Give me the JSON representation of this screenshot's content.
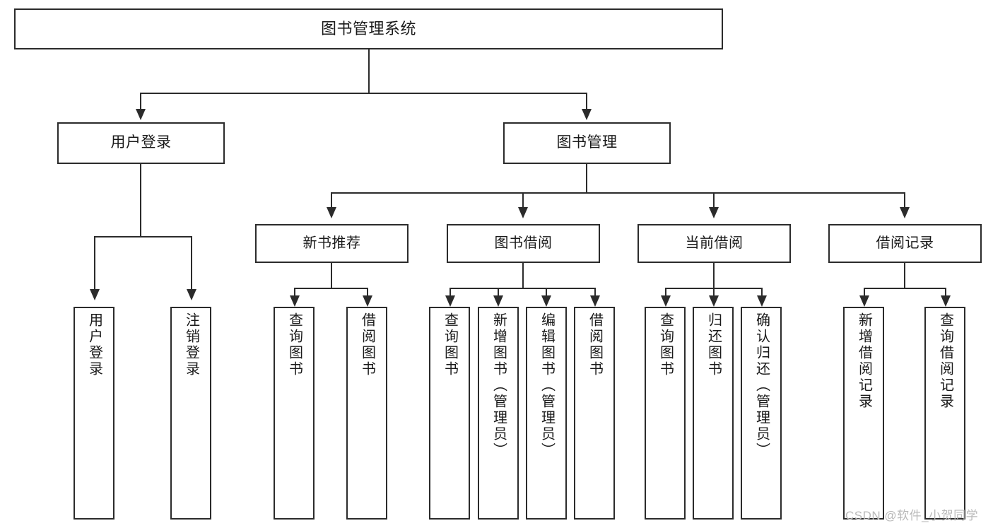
{
  "diagram": {
    "title": "图书管理系统",
    "type": "tree-hierarchy-diagram",
    "colors": {
      "stroke": "#2b2b2b",
      "fill": "#ffffff",
      "text": "#1a1a1a",
      "watermark": "#b9b9b9"
    },
    "root": {
      "label": "图书管理系统"
    },
    "level1": [
      {
        "label": "用户登录"
      },
      {
        "label": "图书管理"
      }
    ],
    "level2": [
      {
        "label": "新书推荐"
      },
      {
        "label": "图书借阅"
      },
      {
        "label": "当前借阅"
      },
      {
        "label": "借阅记录"
      }
    ],
    "leaves": {
      "user_login": [
        {
          "label": "用户登录"
        },
        {
          "label": "注销登录"
        }
      ],
      "new_book_recommend": [
        {
          "label": "查询图书"
        },
        {
          "label": "借阅图书"
        }
      ],
      "book_borrow": [
        {
          "label": "查询图书"
        },
        {
          "label": "新增图书（管理员）"
        },
        {
          "label": "编辑图书（管理员）"
        },
        {
          "label": "借阅图书"
        }
      ],
      "current_borrow": [
        {
          "label": "查询图书"
        },
        {
          "label": "归还图书"
        },
        {
          "label": "确认归还（管理员）"
        }
      ],
      "borrow_record": [
        {
          "label": "新增借阅记录"
        },
        {
          "label": "查询借阅记录"
        }
      ]
    }
  },
  "watermark": {
    "text": "CSDN @软件_小贺同学"
  }
}
